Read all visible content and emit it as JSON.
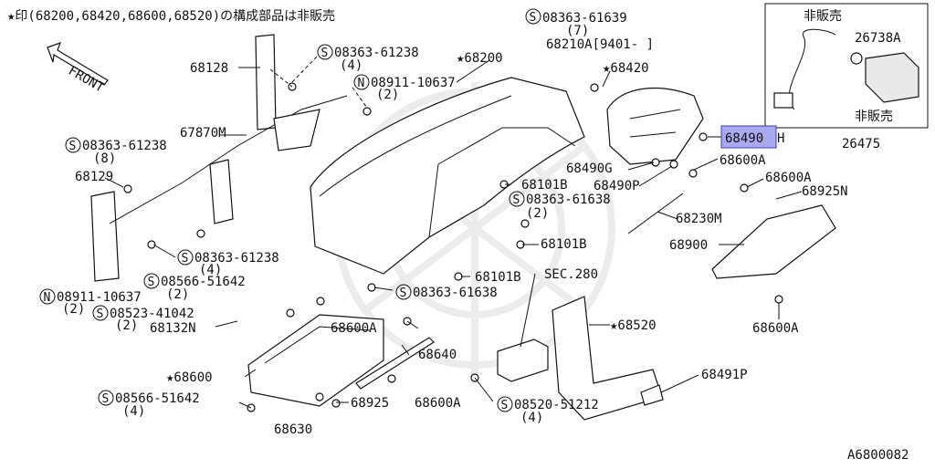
{
  "header_note": "★印(68200,68420,68600,68520)の構成部品は非販売",
  "front_label": "FRONT",
  "diagram_code": "A6800082",
  "inset": {
    "label_top": "非販売",
    "label_bottom": "非販売",
    "part_a": "26738A",
    "part_b": "26475"
  },
  "highlighted_part": "68490",
  "highlighted_suffix": "H",
  "labels": {
    "l68200": "★68200",
    "l68420": "★68420",
    "l68128": "68128",
    "l67870M": "67870M",
    "l68129": "68129",
    "s1": "08363-61639",
    "s1q": "(7)",
    "s2": "08363-61238",
    "s2q": "(4)",
    "n1": "08911-10637",
    "n1q": "(2)",
    "s3": "08363-61238",
    "s3q": "(8)",
    "l68210A": "68210A[9401-    ]",
    "l68101B_1": "68101B",
    "s4": "08363-61638",
    "s4q": "(2)",
    "l68101B_2": "68101B",
    "l68101B_3": "68101B",
    "l68490G": "68490G",
    "l68490P": "68490P",
    "l68600A_1": "68600A",
    "l68600A_2": "68600A",
    "l68925N": "68925N",
    "l68230M": "68230M",
    "l68900": "68900",
    "l68600A_3": "68600A",
    "s5": "08363-61238",
    "s5q": "(4)",
    "s6": "08566-51642",
    "s6q": "(2)",
    "n2": "08911-10637",
    "n2q": "(2)",
    "s7": "08523-41042",
    "s7q": "(2)",
    "l68132N": "68132N",
    "s8": "08363-61638",
    "sec280": "SEC.280",
    "l68520": "★68520",
    "l68600A_4": "68600A",
    "l68640": "68640",
    "l68600": "★68600",
    "s9": "08566-51642",
    "s9q": "(4)",
    "l68925": "68925",
    "l68600A_5": "68600A",
    "l68630": "68630",
    "s10": "08520-51212",
    "s10q": "(4)",
    "l68491P": "68491P"
  }
}
